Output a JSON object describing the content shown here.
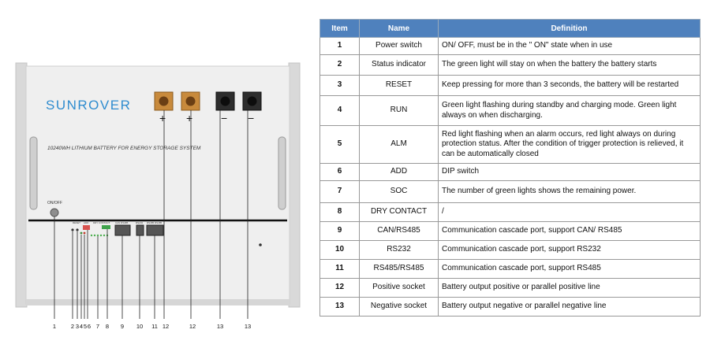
{
  "diagram": {
    "brand": "SUNROVER",
    "model_text": "10240WH LITHIUM BATTERY FOR ENERGY STORAGE SYSTEM",
    "power_label": "ON/OFF",
    "positive_symbol": "+",
    "negative_symbol": "−",
    "panel_labels": [
      "RESET",
      "ADD",
      "DRY CONTACT",
      "CAN RS485",
      "RS232",
      "RS485 RS485"
    ],
    "callouts": [
      "1",
      "2",
      "3",
      "4",
      "5",
      "6",
      "7",
      "8",
      "9",
      "10",
      "11",
      "12",
      "12",
      "13",
      "13"
    ]
  },
  "table": {
    "headers": {
      "item": "Item",
      "name": "Name",
      "definition": "Definition"
    },
    "rows": [
      {
        "item": "1",
        "name": "Power switch",
        "definition": "ON/ OFF, must be in the \" ON\" state when in use"
      },
      {
        "item": "2",
        "name": "Status indicator",
        "definition": "The green light will stay on when the battery the battery starts"
      },
      {
        "item": "3",
        "name": "RESET",
        "definition": "Keep pressing for more than 3 seconds, the battery will be restarted"
      },
      {
        "item": "4",
        "name": "RUN",
        "definition": "Green light flashing during standby and charging mode. Green light always on when discharging."
      },
      {
        "item": "5",
        "name": "ALM",
        "definition": "Red light flashing when an alarm occurs, red light always on during protection status. After the condition of trigger protection is relieved, it can be automatically closed"
      },
      {
        "item": "6",
        "name": "ADD",
        "definition": "DIP switch"
      },
      {
        "item": "7",
        "name": "SOC",
        "definition": "The number of green lights shows the remaining power."
      },
      {
        "item": "8",
        "name": "DRY CONTACT",
        "definition": "/"
      },
      {
        "item": "9",
        "name": "CAN/RS485",
        "definition": "Communication cascade port, support CAN/ RS485"
      },
      {
        "item": "10",
        "name": "RS232",
        "definition": "Communication cascade port, support RS232"
      },
      {
        "item": "11",
        "name": "RS485/RS485",
        "definition": "Communication cascade port, support RS485"
      },
      {
        "item": "12",
        "name": "Positive socket",
        "definition": "Battery output positive or parallel positive line"
      },
      {
        "item": "13",
        "name": "Negative socket",
        "definition": "Battery output negative or parallel negative line"
      }
    ]
  }
}
